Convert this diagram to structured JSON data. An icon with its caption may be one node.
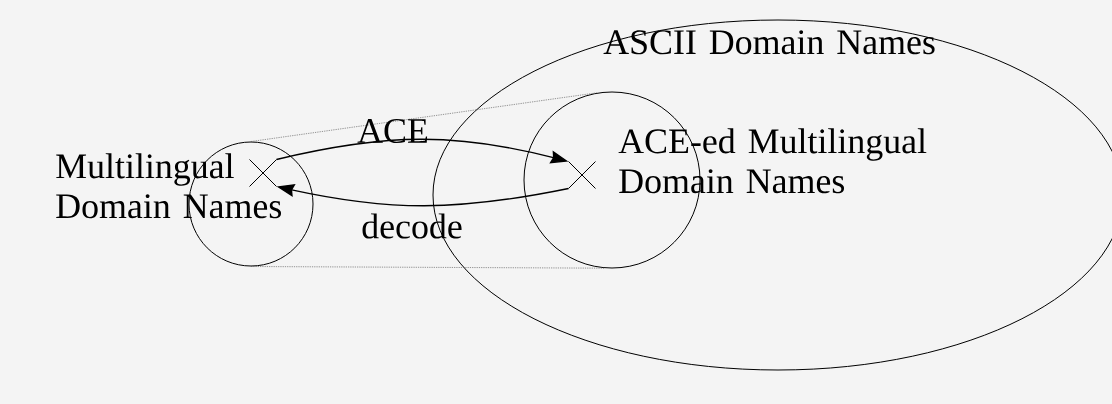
{
  "diagram": {
    "nodes": [
      {
        "text": [
          "ASCII Domain Names"
        ]
      },
      {
        "text": [
          "ACE-ed Multilingual Domain Names"
        ],
        "in": 0
      },
      {
        "text": [
          "Multilingual Domain Names"
        ]
      },
      {
        "text": [],
        "shape": "cross",
        "in": 2
      },
      {
        "text": [],
        "shape": "cross",
        "in": 1
      }
    ],
    "edges": [
      {
        "from": 3,
        "to": 4,
        "arrow": "to",
        "label": "ACE"
      },
      {
        "from": 4,
        "to": 3,
        "arrow": "to",
        "label": "decode"
      },
      {
        "from": 2,
        "to": 1,
        "arrow": "none",
        "style": "dashed"
      },
      {
        "from": 2,
        "to": 1,
        "arrow": "none",
        "style": "dashed"
      }
    ]
  }
}
